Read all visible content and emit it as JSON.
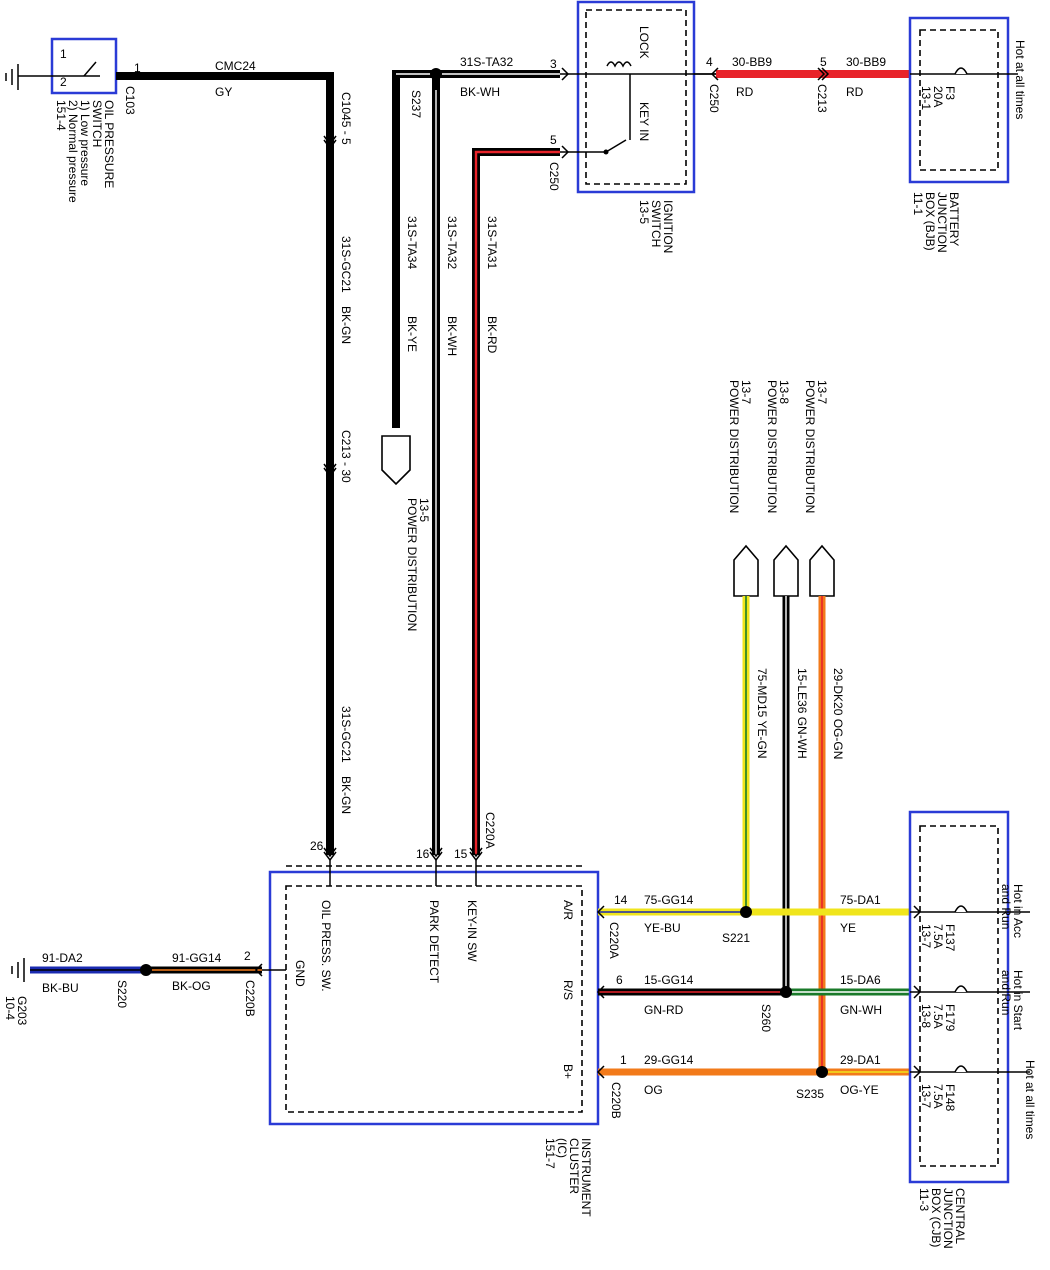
{
  "oil_switch": {
    "name_line1": "OIL PRESSURE",
    "name_line2": "SWITCH",
    "state1": "1) Low pressure",
    "state2": "2) Normal pressure",
    "ref": "151-4",
    "connector": "C103",
    "pin": "1",
    "contact1": "1",
    "contact2": "2"
  },
  "wire_cmc24": {
    "circuit": "CMC24",
    "color": "GY"
  },
  "inline_c1045": "C1045 - 5",
  "inline_c213": "C213 - 30",
  "wire_gc21_upper": {
    "circuit": "31S-GC21",
    "color": "BK-GN"
  },
  "wire_gc21_lower": {
    "circuit": "31S-GC21",
    "color": "BK-GN"
  },
  "wire_ta32_top": {
    "circuit": "31S-TA32",
    "color": "BK-WH"
  },
  "splice_s237": "S237",
  "wire_ta34": {
    "circuit": "31S-TA34",
    "color": "BK-YE"
  },
  "wire_ta32_vert": {
    "circuit": "31S-TA32",
    "color": "BK-WH"
  },
  "wire_ta31": {
    "circuit": "31S-TA31",
    "color": "BK-RD"
  },
  "pd_135": {
    "ref": "13-5",
    "title": "POWER DISTRIBUTION"
  },
  "ignition": {
    "name_line1": "IGNITION",
    "name_line2": "SWITCH",
    "ref": "13-5",
    "lock": "LOCK",
    "keyin": "KEY IN",
    "pin3": "3",
    "pin5": "5",
    "conn_lower": "C250",
    "pin4": "4",
    "conn_right": "C250"
  },
  "wire_bb9_left": {
    "circuit": "30-BB9",
    "color": "RD"
  },
  "wire_bb9_right": {
    "circuit": "30-BB9",
    "color": "RD"
  },
  "c213": {
    "pin": "5",
    "conn": "C213"
  },
  "bjb": {
    "name_line1": "BATTERY",
    "name_line2": "JUNCTION",
    "name_line3": "BOX (BJB)",
    "ref": "11-1",
    "fuse": "F3",
    "amps": "20A",
    "fref": "13-1",
    "hot": "Hot at all times"
  },
  "pd_refs": {
    "a_ref": "13-7",
    "a_title": "POWER DISTRIBUTION",
    "b_ref": "13-8",
    "b_title": "POWER DISTRIBUTION",
    "c_ref": "13-7",
    "c_title": "POWER DISTRIBUTION"
  },
  "wire_md15": {
    "circuit": "75-MD15",
    "color": "YE-GN"
  },
  "wire_le36": {
    "circuit": "15-LE36",
    "color": "GN-WH"
  },
  "wire_dk20": {
    "circuit": "29-DK20",
    "color": "OG-GN"
  },
  "cluster": {
    "name_line1": "INSTRUMENT",
    "name_line2": "CLUSTER",
    "name_line3": "(IC)",
    "ref": "151-7",
    "oilpress": "OIL PRESS. SW.",
    "park": "PARK DETECT",
    "keyin": "KEY-IN SW",
    "gnd": "GND",
    "ar": "A/R",
    "rs": "R/S",
    "bplus": "B+",
    "pin26": "26",
    "pin16": "16",
    "pin15": "15",
    "c220a_top": "C220A"
  },
  "wire_gg14_ye": {
    "circuit": "75-GG14",
    "color": "YE-BU",
    "pin": "14",
    "conn": "C220A"
  },
  "wire_gg14_gn": {
    "circuit": "15-GG14",
    "color": "GN-RD",
    "pin": "6"
  },
  "wire_gg14_og": {
    "circuit": "29-GG14",
    "color": "OG",
    "pin": "1",
    "conn": "C220B"
  },
  "splice_s221": "S221",
  "splice_s260": "S260",
  "splice_s235": "S235",
  "wire_da1_ye": {
    "circuit": "75-DA1",
    "color": "YE"
  },
  "wire_da6": {
    "circuit": "15-DA6",
    "color": "GN-WH"
  },
  "wire_da1_og": {
    "circuit": "29-DA1",
    "color": "OG-YE"
  },
  "cjb": {
    "name_line1": "CENTRAL",
    "name_line2": "JUNCTION",
    "name_line3": "BOX (CJB)",
    "ref": "11-3",
    "f137": "F137",
    "f137_a": "7.5A",
    "f137_r": "13-7",
    "f179": "F179",
    "f179_a": "7.5A",
    "f179_r": "13-8",
    "f148": "F148",
    "f148_a": "7.5A",
    "f148_r": "13-7",
    "hot1_l1": "Hot in Acc",
    "hot1_l2": "and Run",
    "hot2_l1": "Hot in Start",
    "hot2_l2": "and Run",
    "hot3": "Hot at all times"
  },
  "gnd": {
    "wire1_circuit": "91-DA2",
    "wire1_color": "BK-BU",
    "wire2_circuit": "91-GG14",
    "wire2_color": "BK-OG",
    "splice": "S220",
    "pin": "2",
    "conn": "C220B",
    "ground": "G203",
    "gref": "10-4"
  },
  "colors": {
    "black": "#000000",
    "gray": "#7f7f7f",
    "red": "#e8232a",
    "yellow": "#f0e51c",
    "green": "#1a7a2a",
    "orange": "#f27a1a",
    "blue": "#1a2ab0",
    "white": "#ffffff",
    "box": "#2a3bd6"
  }
}
